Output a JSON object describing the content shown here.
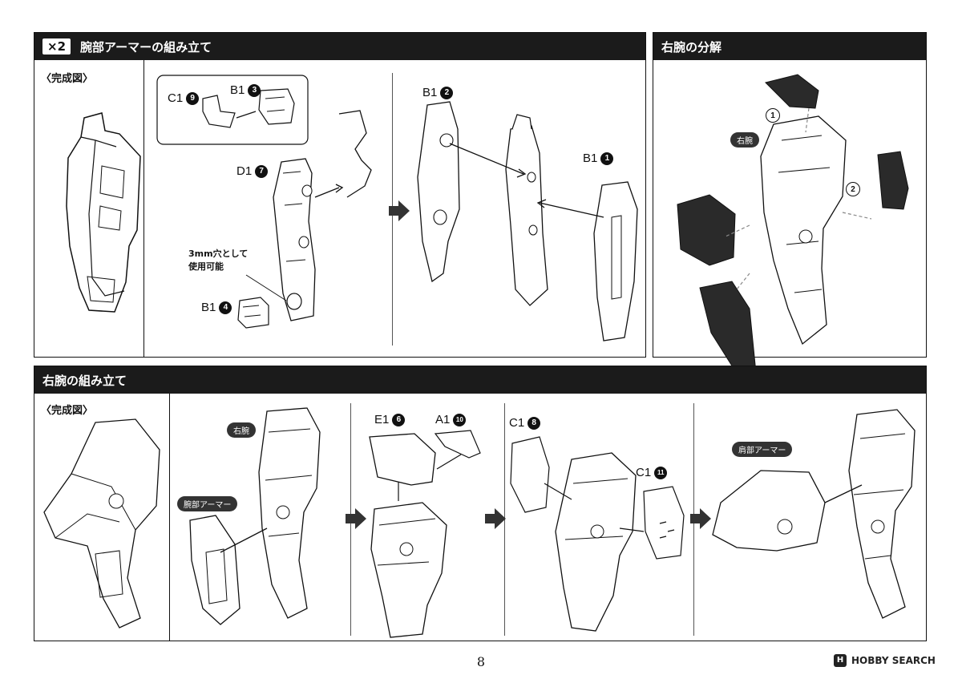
{
  "top_left_section": {
    "multiplier": "×2",
    "title": "腕部アーマーの組み立て",
    "completed_label": "〈完成図〉",
    "labels": {
      "c1_9": {
        "part": "C1",
        "num": "9"
      },
      "b1_3": {
        "part": "B1",
        "num": "3"
      },
      "d1_7": {
        "part": "D1",
        "num": "7"
      },
      "b1_4": {
        "part": "B1",
        "num": "4"
      },
      "b1_2": {
        "part": "B1",
        "num": "2"
      },
      "b1_1": {
        "part": "B1",
        "num": "1"
      }
    },
    "hole_note_line1": "3mm穴として",
    "hole_note_line2": "使用可能"
  },
  "top_right_section": {
    "title": "右腕の分解",
    "right_arm_tag": "右腕",
    "step1": "1",
    "step2": "2"
  },
  "bottom_section": {
    "title": "右腕の組み立て",
    "completed_label": "〈完成図〉",
    "right_arm_tag": "右腕",
    "arm_armor_tag": "腕部アーマー",
    "shoulder_armor_tag": "肩部アーマー",
    "labels": {
      "e1_6": {
        "part": "E1",
        "num": "6"
      },
      "a1_10": {
        "part": "A1",
        "num": "10"
      },
      "c1_8": {
        "part": "C1",
        "num": "8"
      },
      "c1_11": {
        "part": "C1",
        "num": "11"
      }
    }
  },
  "footer": {
    "page_number": "8",
    "watermark": "HOBBY SEARCH",
    "watermark_mark": "H"
  },
  "colors": {
    "header_bar": "#1b1b1b",
    "dark_part": "#2a2a2a",
    "line": "#111111"
  }
}
